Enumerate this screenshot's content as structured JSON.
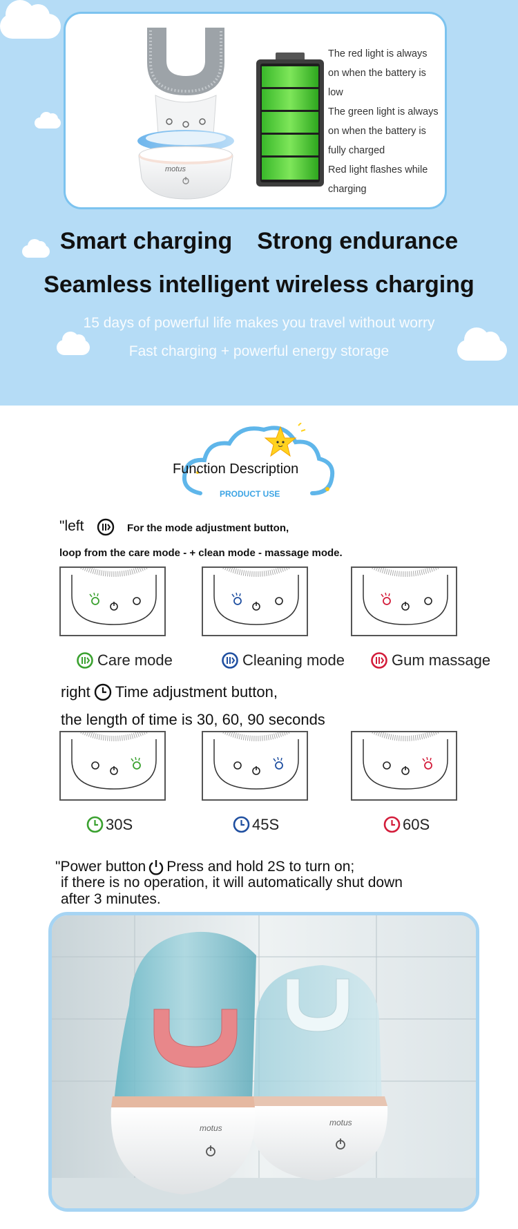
{
  "battery_info": {
    "lines": [
      "The red light is always",
      "on when the battery is",
      "low",
      "The green light is always",
      " on when the battery is",
      " fully charged",
      "Red light flashes while",
      " charging"
    ],
    "device_brand": "motus"
  },
  "headlines": {
    "line1_left": "Smart charging",
    "line1_right": "Strong endurance",
    "line2": "Seamless intelligent wireless charging"
  },
  "sublines": {
    "line1": "15 days of powerful life makes you travel without worry",
    "line2": "Fast charging + powerful energy storage"
  },
  "function_description": {
    "title": "Function Description",
    "subtitle": "PRODUCT USE"
  },
  "mode_section": {
    "prefix": "\"left",
    "desc": "For the mode adjustment button,",
    "loop": "loop from the care mode - + clean mode - massage mode.",
    "modes": [
      {
        "label": "Care mode",
        "color": "#3aa12f"
      },
      {
        "label": "Cleaning mode",
        "color": "#1f4fa0"
      },
      {
        "label": "Gum massage",
        "color": "#d31c3a"
      }
    ]
  },
  "time_section": {
    "prefix": "right",
    "desc": "Time adjustment button,",
    "length": "the length of time is 30, 60, 90 seconds",
    "times": [
      {
        "label": "30S",
        "color": "#3aa12f"
      },
      {
        "label": "45S",
        "color": "#1f4fa0"
      },
      {
        "label": "60S",
        "color": "#d31c3a"
      }
    ]
  },
  "power_section": {
    "prefix": "\"Power button",
    "desc": "Press and hold 2S to turn on;",
    "line2": "if there is no operation, it will automatically shut down",
    "line3": "after 3 minutes."
  },
  "colors": {
    "top_bg": "#b5dcf6",
    "card_border": "#7cc3ef",
    "battery_green": "#2ec51d",
    "accent_blue": "#3ca4e4"
  }
}
